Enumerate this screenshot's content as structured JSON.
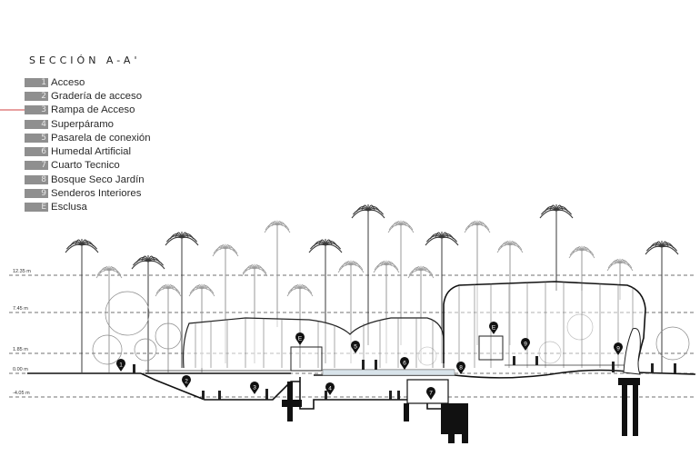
{
  "section_title": "SECCIÓN A-A'",
  "legend": [
    {
      "num": "1",
      "label": "Acceso"
    },
    {
      "num": "2",
      "label": "Gradería de acceso"
    },
    {
      "num": "3",
      "label": "Rampa de Acceso"
    },
    {
      "num": "4",
      "label": "Superpáramo"
    },
    {
      "num": "5",
      "label": "Pasarela de conexión"
    },
    {
      "num": "6",
      "label": "Humedal Artificial"
    },
    {
      "num": "7",
      "label": "Cuarto Tecnico"
    },
    {
      "num": "8",
      "label": "Bosque Seco Jardín"
    },
    {
      "num": "9",
      "label": "Senderos Interiores"
    },
    {
      "num": "E",
      "label": "Esclusa"
    }
  ],
  "levels": [
    {
      "label": "12.35 m"
    },
    {
      "label": "7.45 m"
    },
    {
      "label": "1.85 m"
    },
    {
      "label": "0.00 m"
    },
    {
      "label": "-4.05 m"
    }
  ],
  "markers": [
    "1",
    "2",
    "3",
    "4",
    "5",
    "6",
    "7",
    "8",
    "9",
    "9",
    "E",
    "E"
  ],
  "colors": {
    "ink": "#1a1a1a",
    "legend_box": "#8f8f8f",
    "vegetation": "#9a9a9a",
    "accent_line": "#d04040"
  }
}
